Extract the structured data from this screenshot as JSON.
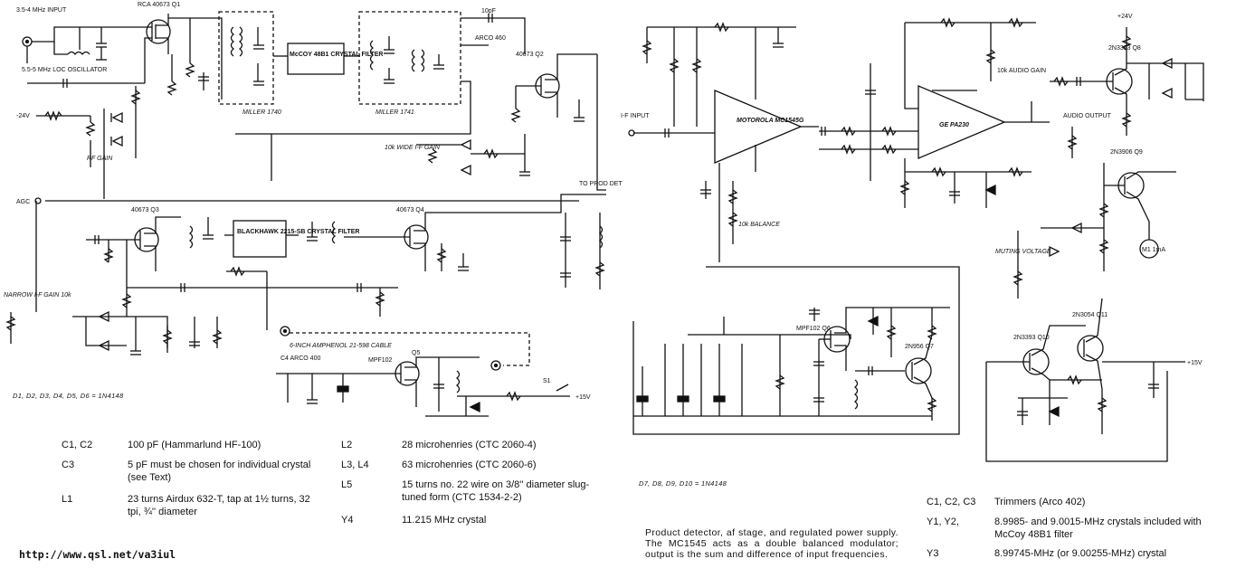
{
  "left_circuit": {
    "labels": {
      "input": "3.5-4 MHz INPUT",
      "loc_osc": "5.5-5 MHz LOC OSCILLATOR",
      "q1": "RCA 40673 Q1",
      "crystal_filter_1": "McCOY 48B1 CRYSTAL FILTER",
      "miller_1740": "MILLER 1740",
      "miller_1741": "MILLER 1741",
      "q2": "40673 Q2",
      "arco": "ARCO 460",
      "cap_10pf": "10pF",
      "neg24": "-24V",
      "rf_gain": "RF GAIN",
      "wide_if": "10k WIDE I-F GAIN",
      "agc": "AGC",
      "q3": "40673 Q3",
      "q4": "40673 Q4",
      "blackhawk": "BLACKHAWK 2215-SB CRYSTAL FILTER",
      "to_prod_det": "TO PROD DET",
      "narrow_if": "NARROW I-F GAIN 10k",
      "cable": "6-INCH AMPHENOL 21-598 CABLE",
      "q5": "Q5",
      "mpf102": "MPF102",
      "c4": "C4 ARCO 400",
      "s1": "S1",
      "plus15": "+15V",
      "diode_note": "D1, D2, D3, D4, D5, D6 = 1N4148"
    }
  },
  "right_circuit": {
    "labels": {
      "if_input": "I-F INPUT",
      "motorola": "MOTOROLA MC1545G",
      "balance": "10k BALANCE",
      "ge": "GE PA230",
      "audio_gain": "10k AUDIO GAIN",
      "audio_output": "AUDIO OUTPUT",
      "q8": "2N3393 Q8",
      "q9": "2N3906 Q9",
      "muting": "MUTING VOLTAGE",
      "m1": "M1 1mA",
      "q6": "MPF102 Q6",
      "q7": "2N956 Q7",
      "q10": "2N3393 Q10",
      "q11": "2N3054 Q11",
      "plus24": "+24V",
      "plus15": "+15V",
      "diode_note": "D7, D8, D9, D10 = 1N4148"
    }
  },
  "parts_left": [
    {
      "ref": "C1, C2",
      "desc": "100 pF (Hammarlund HF-100)"
    },
    {
      "ref": "C3",
      "desc": "5 pF must be chosen for individual crystal (see Text)"
    },
    {
      "ref": "L1",
      "desc": "23 turns Airdux 632-T, tap at 1½ turns, 32 tpi, ¾'' diameter"
    }
  ],
  "parts_mid": [
    {
      "ref": "L2",
      "desc": "28 microhenries (CTC 2060-4)"
    },
    {
      "ref": "L3, L4",
      "desc": "63 microhenries (CTC 2060-6)"
    },
    {
      "ref": "L5",
      "desc": "15 turns no. 22 wire on 3/8'' diameter slug-tuned form (CTC 1534-2-2)"
    },
    {
      "ref": "Y4",
      "desc": "11.215 MHz crystal"
    }
  ],
  "parts_right": [
    {
      "ref": "C1, C2, C3",
      "desc": "Trimmers (Arco 402)"
    },
    {
      "ref": "Y1, Y2,",
      "desc": "8.9985- and 9.0015-MHz crystals included with McCoy 48B1 filter"
    },
    {
      "ref": "Y3",
      "desc": "8.99745-MHz (or 9.00255-MHz) crystal"
    }
  ],
  "caption": "Product detector, af stage, and regulated power supply. The MC1545 acts as a double balanced modulator; output is the sum and difference of input frequencies.",
  "url": "http://www.qsl.net/va3iul"
}
